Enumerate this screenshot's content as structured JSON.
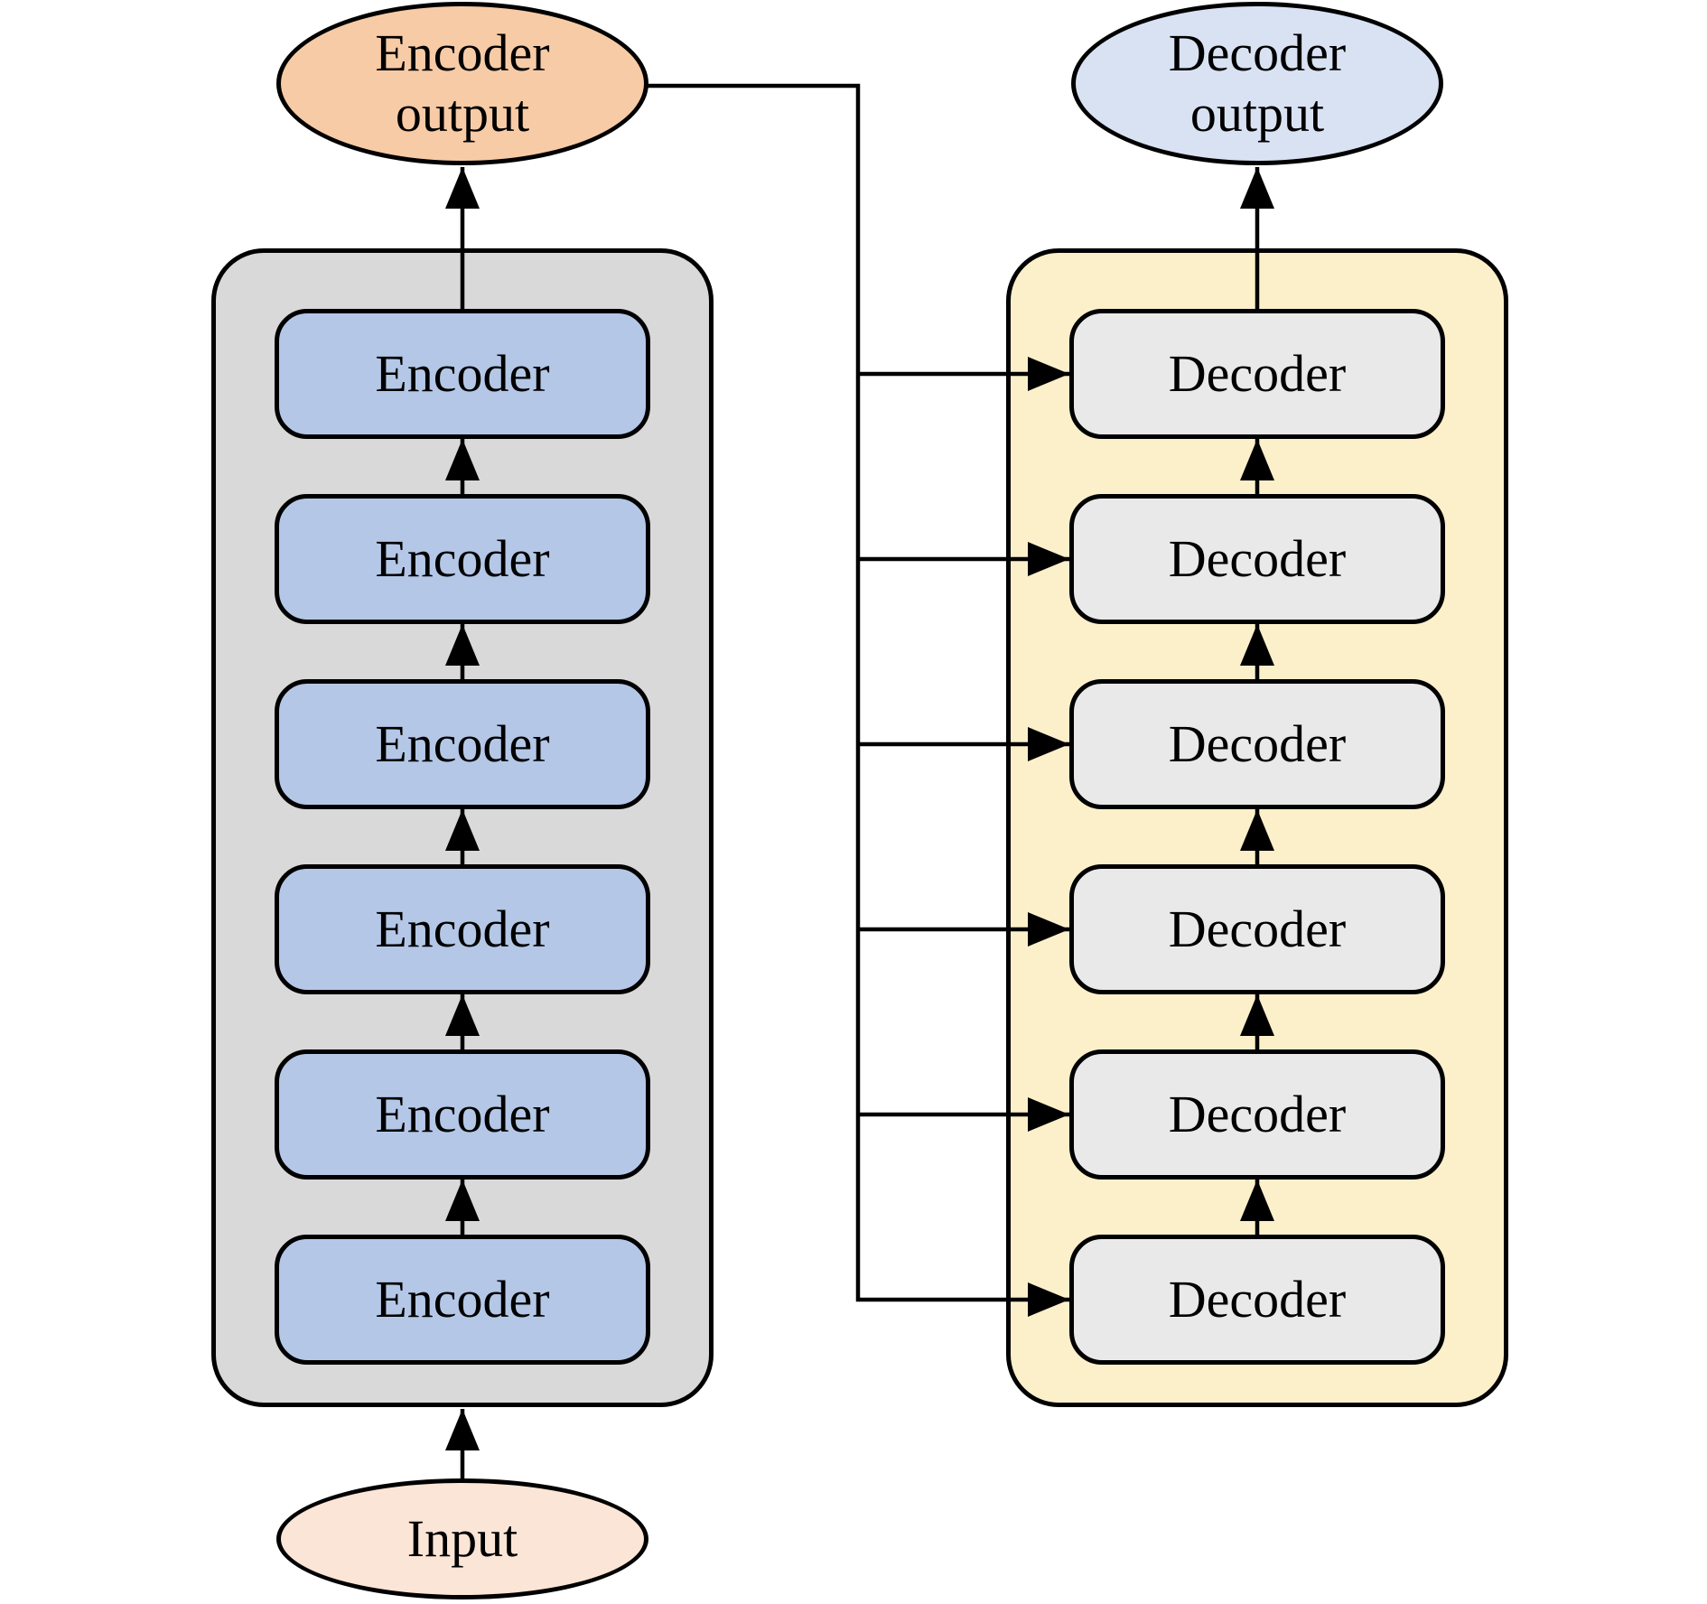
{
  "diagram": {
    "type": "encoder-decoder architecture block diagram",
    "nodes": {
      "encoder_output": {
        "label": "Encoder output"
      },
      "decoder_output": {
        "label": "Decoder output"
      },
      "input": {
        "label": "Input"
      }
    },
    "encoder_stack": {
      "boxes": [
        {
          "label": "Encoder"
        },
        {
          "label": "Encoder"
        },
        {
          "label": "Encoder"
        },
        {
          "label": "Encoder"
        },
        {
          "label": "Encoder"
        },
        {
          "label": "Encoder"
        }
      ]
    },
    "decoder_stack": {
      "boxes": [
        {
          "label": "Decoder"
        },
        {
          "label": "Decoder"
        },
        {
          "label": "Decoder"
        },
        {
          "label": "Decoder"
        },
        {
          "label": "Decoder"
        },
        {
          "label": "Decoder"
        }
      ]
    },
    "connections": {
      "vertical_arrows": "input->encoders->encoder output; decoders->decoder output",
      "skip_connections": "encoder output feeds every decoder block"
    },
    "colors": {
      "encoder_output_fill": "#F7CBA6",
      "decoder_output_fill": "#D9E2F3",
      "input_fill": "#FBE5D6",
      "encoder_box_fill": "#B4C7E7",
      "decoder_box_fill": "#E9E9E9",
      "encoder_container_fill": "#D9D9D9",
      "decoder_container_fill": "#FCF0CB",
      "line_color": "#000000",
      "background": "#FFFFFF"
    }
  }
}
